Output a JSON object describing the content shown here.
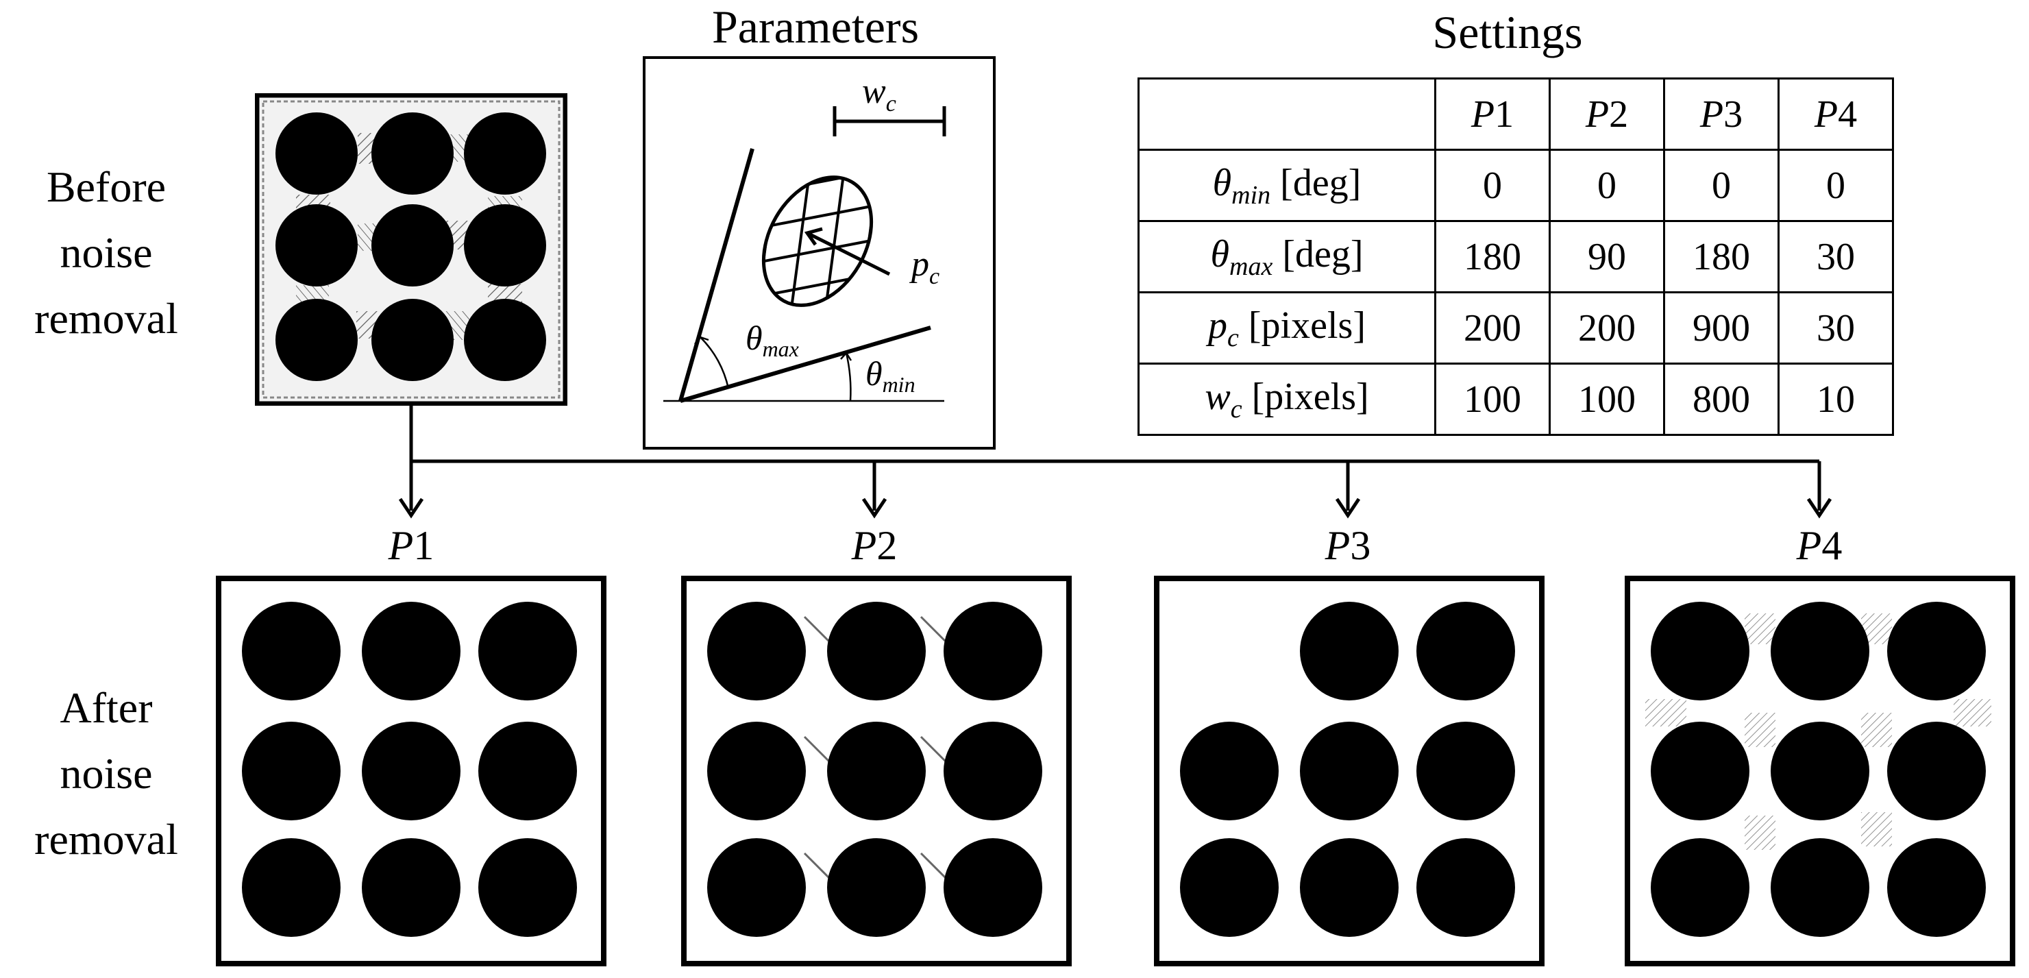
{
  "before_label": "Before\nnoise\nremoval",
  "after_label": "After\nnoise\nremoval",
  "parameters_title": "Parameters",
  "settings_title": "Settings",
  "diagram_labels": {
    "wc": {
      "sym": "w",
      "sub": "c"
    },
    "pc": {
      "sym": "p",
      "sub": "c"
    },
    "theta_max": {
      "sym": "θ",
      "sub": "max"
    },
    "theta_min": {
      "sym": "θ",
      "sub": "min"
    }
  },
  "table": {
    "columns": [
      {
        "letter": "P",
        "num": "1"
      },
      {
        "letter": "P",
        "num": "2"
      },
      {
        "letter": "P",
        "num": "3"
      },
      {
        "letter": "P",
        "num": "4"
      }
    ],
    "rows": [
      {
        "sym": "θ",
        "sub": "min",
        "unit": " [deg]",
        "values": [
          "0",
          "0",
          "0",
          "0"
        ]
      },
      {
        "sym": "θ",
        "sub": "max",
        "unit": " [deg]",
        "values": [
          "180",
          "90",
          "180",
          "30"
        ]
      },
      {
        "sym": "p",
        "sub": "c",
        "unit": " [pixels]",
        "values": [
          "200",
          "200",
          "900",
          "30"
        ]
      },
      {
        "sym": "w",
        "sub": "c",
        "unit": " [pixels]",
        "values": [
          "100",
          "100",
          "800",
          "10"
        ]
      }
    ]
  },
  "panels": [
    {
      "letter": "P",
      "num": "1",
      "hidden_holes": []
    },
    {
      "letter": "P",
      "num": "2",
      "hidden_holes": []
    },
    {
      "letter": "P",
      "num": "3",
      "hidden_holes": [
        0
      ]
    },
    {
      "letter": "P",
      "num": "4",
      "hidden_holes": []
    }
  ]
}
